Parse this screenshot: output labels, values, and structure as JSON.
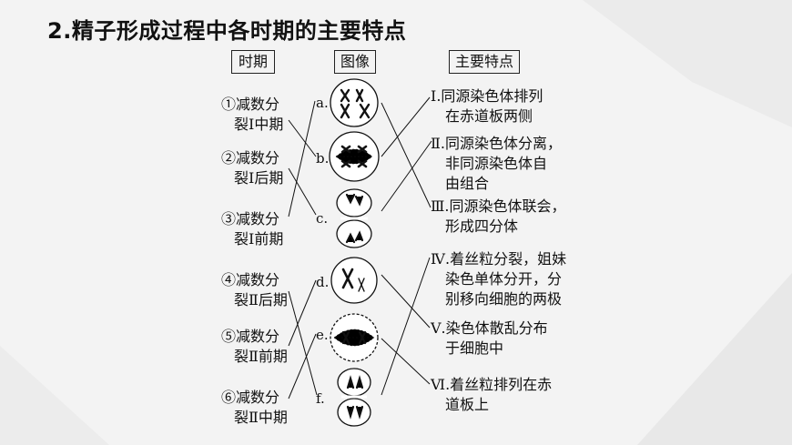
{
  "title": "2.精子形成过程中各时期的主要特点",
  "headers": {
    "period": "时期",
    "image": "图像",
    "features": "主要特点"
  },
  "periods": [
    {
      "line1": "①减数分",
      "line2": "裂Ⅰ中期"
    },
    {
      "line1": "②减数分",
      "line2": "裂Ⅰ后期"
    },
    {
      "line1": "③减数分",
      "line2": "裂Ⅰ前期"
    },
    {
      "line1": "④减数分",
      "line2": "裂Ⅱ后期"
    },
    {
      "line1": "⑤减数分",
      "line2": "裂Ⅱ前期"
    },
    {
      "line1": "⑥减数分",
      "line2": "裂Ⅱ中期"
    }
  ],
  "image_labels": [
    "a.",
    "b.",
    "c.",
    "d.",
    "e.",
    "f."
  ],
  "features": [
    {
      "lines": [
        "Ⅰ.同源染色体排列",
        "在赤道板两侧"
      ]
    },
    {
      "lines": [
        "Ⅱ.同源染色体分离，",
        "非同源染色体自",
        "由组合"
      ]
    },
    {
      "lines": [
        "Ⅲ.同源染色体联会，",
        "形成四分体"
      ]
    },
    {
      "lines": [
        "Ⅳ.着丝粒分裂，姐妹",
        "染色单体分开，分",
        "别移向细胞的两极"
      ]
    },
    {
      "lines": [
        "Ⅴ.染色体散乱分布",
        "于细胞中"
      ]
    },
    {
      "lines": [
        "Ⅵ.着丝粒排列在赤",
        "道板上"
      ]
    }
  ]
}
